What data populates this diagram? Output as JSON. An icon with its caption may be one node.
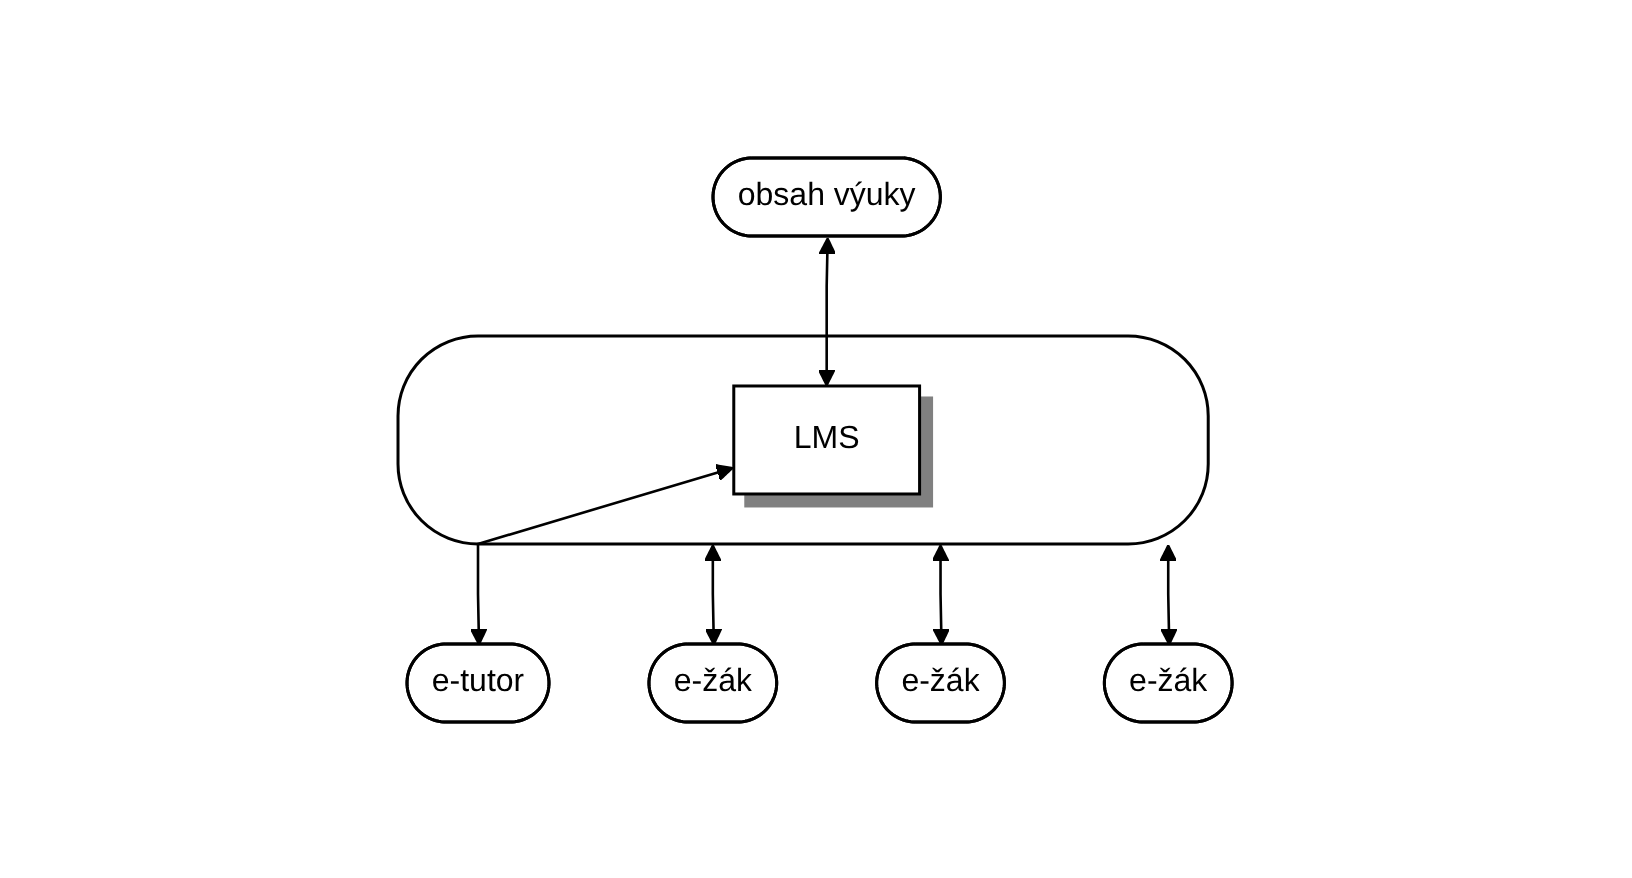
{
  "diagram": {
    "nodes": [
      {
        "text": [
          "obsah výuky"
        ]
      },
      {
        "text": [],
        "shape": "cylinder"
      },
      {
        "text": [
          "LMS"
        ],
        "in": 1
      },
      {
        "text": [
          "e-tutor"
        ]
      },
      {
        "text": [
          "e-žák"
        ]
      },
      {
        "text": [
          "e-žák"
        ]
      },
      {
        "text": [
          "e-žák"
        ]
      }
    ],
    "edges": [
      {
        "from": 0,
        "to": 2,
        "arrow": "both"
      },
      {
        "from": 2,
        "to": 3,
        "arrow": "both"
      },
      {
        "from": 1,
        "to": 5,
        "arrow": "both"
      },
      {
        "from": 1,
        "to": 4,
        "arrow": "both"
      },
      {
        "from": 1,
        "to": 6,
        "arrow": "both"
      }
    ]
  }
}
